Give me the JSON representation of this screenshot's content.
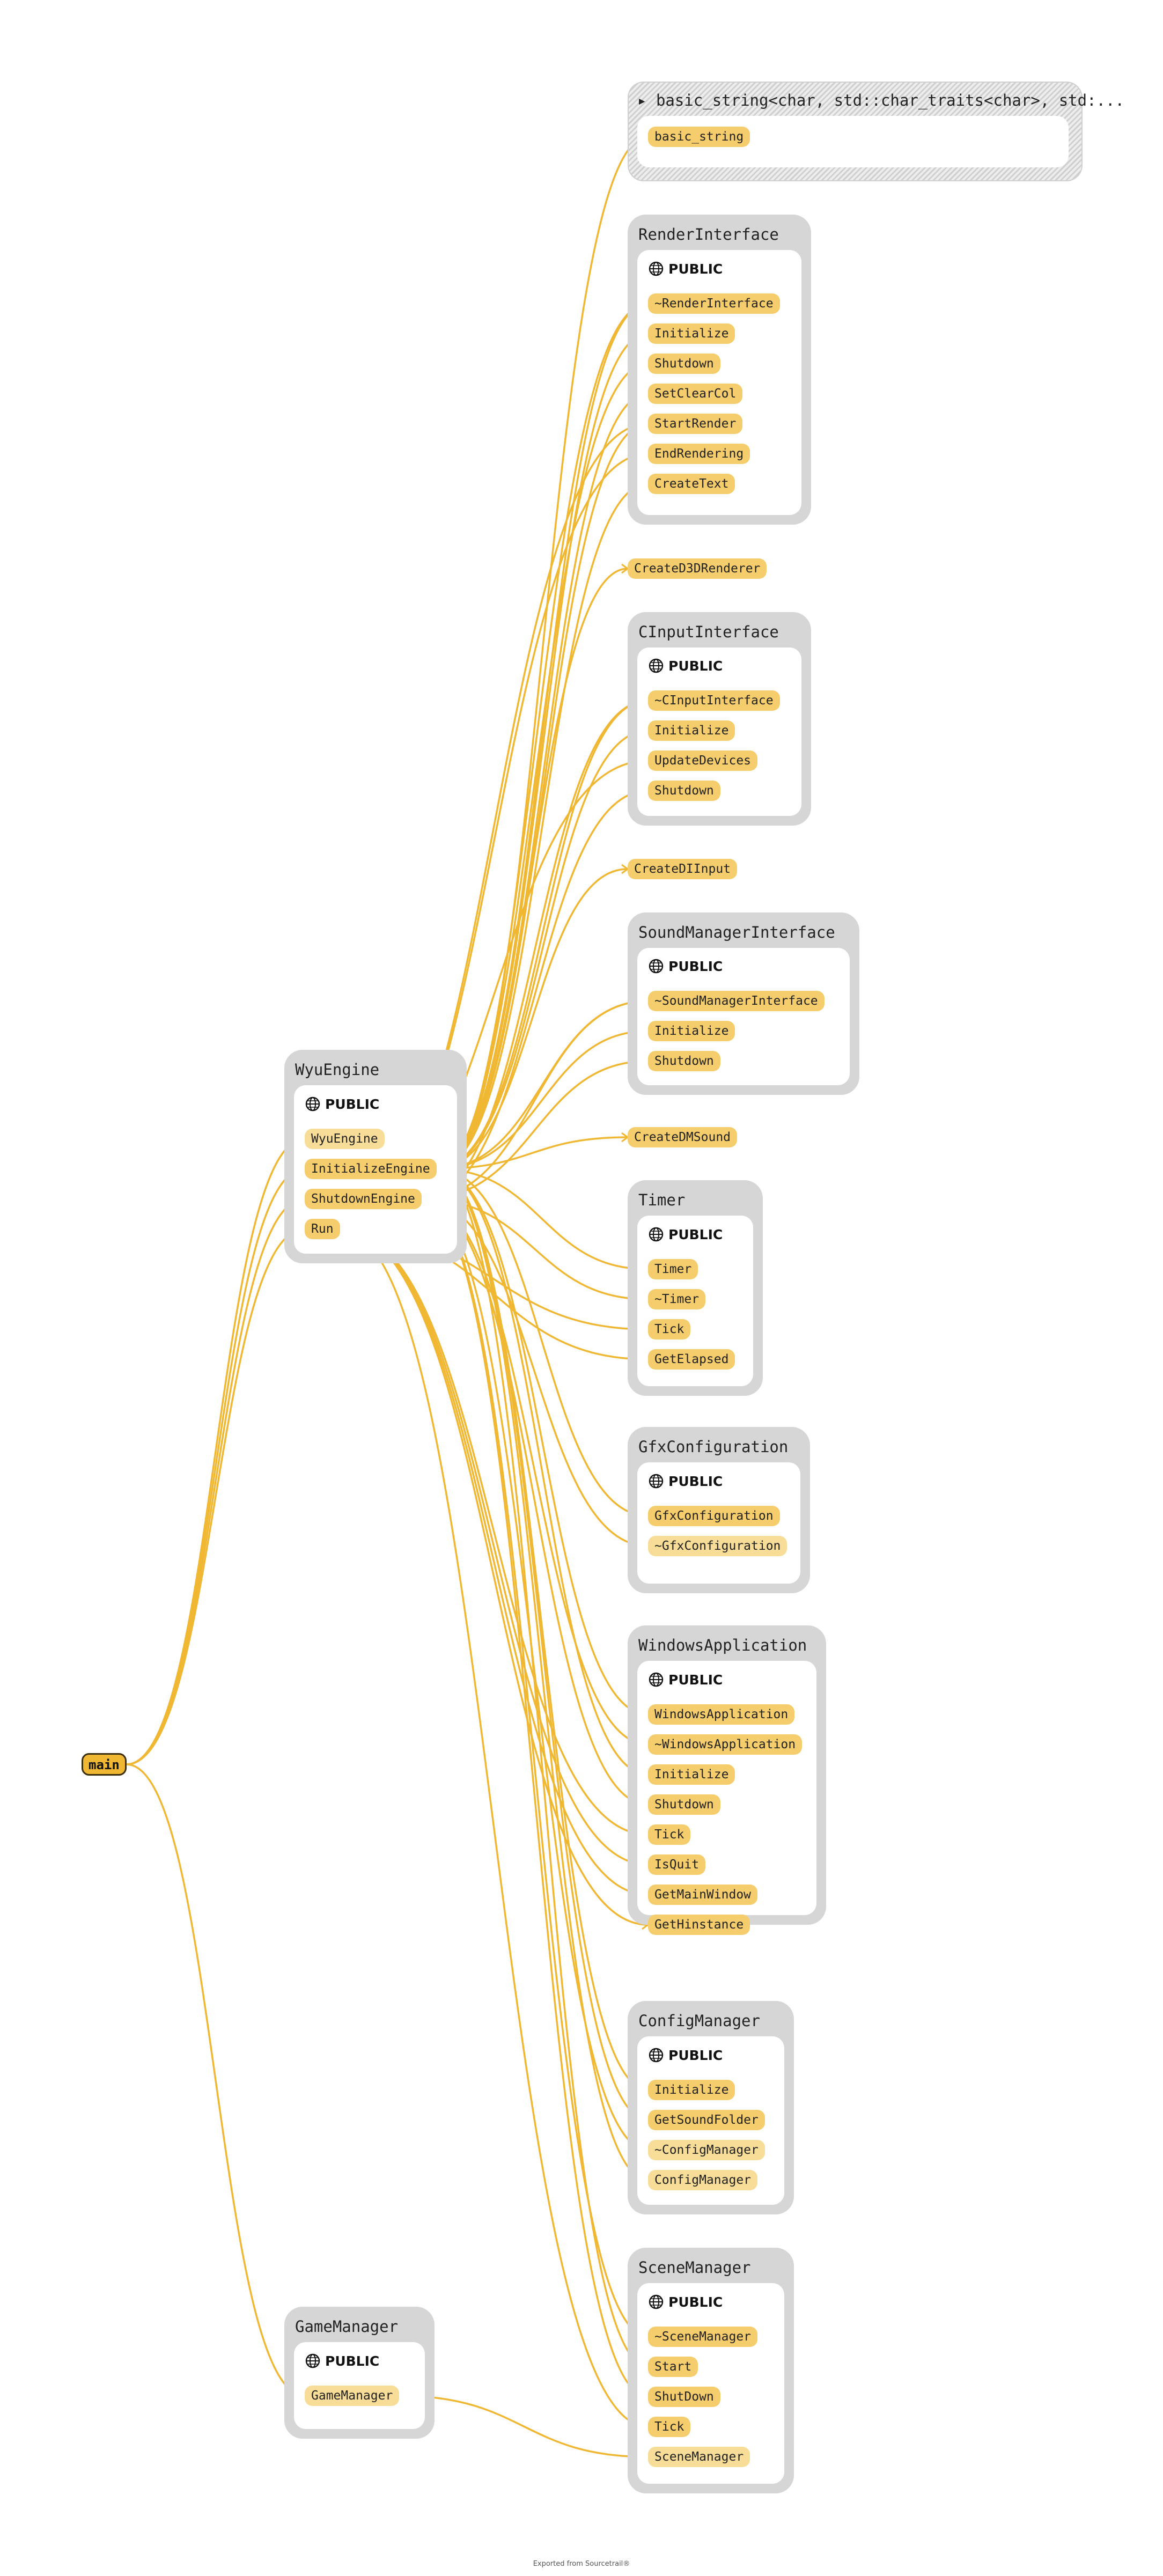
{
  "accent": "#f0b733",
  "edge_color": "#f0b733",
  "public_label": "PUBLIC",
  "main": "main",
  "basic_string_group": {
    "title": "basic_string<char, std::char_traits<char>, std:...",
    "items": [
      "basic_string"
    ]
  },
  "groups": [
    {
      "id": "render",
      "title": "RenderInterface",
      "items": [
        "~RenderInterface",
        "Initialize",
        "Shutdown",
        "SetClearCol",
        "StartRender",
        "EndRendering",
        "CreateText"
      ]
    },
    {
      "id": "cinput",
      "title": "CInputInterface",
      "items": [
        "~CInputInterface",
        "Initialize",
        "UpdateDevices",
        "Shutdown"
      ]
    },
    {
      "id": "sound",
      "title": "SoundManagerInterface",
      "items": [
        "~SoundManagerInterface",
        "Initialize",
        "Shutdown"
      ]
    },
    {
      "id": "timer",
      "title": "Timer",
      "items": [
        "Timer",
        "~Timer",
        "Tick",
        "GetElapsed"
      ]
    },
    {
      "id": "gfx",
      "title": "GfxConfiguration",
      "items": [
        "GfxConfiguration",
        "~GfxConfiguration"
      ]
    },
    {
      "id": "winapp",
      "title": "WindowsApplication",
      "items": [
        "WindowsApplication",
        "~WindowsApplication",
        "Initialize",
        "Shutdown",
        "Tick",
        "IsQuit",
        "GetMainWindow",
        "GetHinstance"
      ]
    },
    {
      "id": "config",
      "title": "ConfigManager",
      "items": [
        "Initialize",
        "GetSoundFolder",
        "~ConfigManager",
        "ConfigManager"
      ]
    },
    {
      "id": "scene",
      "title": "SceneManager",
      "items": [
        "~SceneManager",
        "Start",
        "ShutDown",
        "Tick",
        "SceneManager"
      ]
    },
    {
      "id": "wyu",
      "title": "WyuEngine",
      "items": [
        "WyuEngine",
        "InitializeEngine",
        "ShutdownEngine",
        "Run"
      ]
    },
    {
      "id": "game",
      "title": "GameManager",
      "items": [
        "GameManager"
      ]
    }
  ],
  "free_nodes": [
    {
      "id": "d3d",
      "label": "CreateD3DRenderer"
    },
    {
      "id": "di",
      "label": "CreateDIInput"
    },
    {
      "id": "dms",
      "label": "CreateDMSound"
    }
  ],
  "footer": "Exported from Sourcetrail®"
}
